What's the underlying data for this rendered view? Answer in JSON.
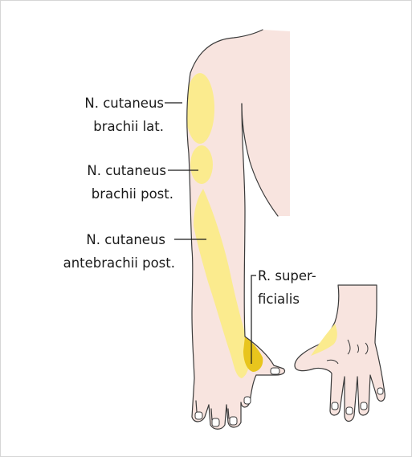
{
  "labels": {
    "cut_brachii_lat_1": "N. cutaneus",
    "cut_brachii_lat_2": "brachii lat.",
    "cut_brachii_post_1": "N. cutaneus",
    "cut_brachii_post_2": "brachii post.",
    "cut_antebrachii_post_1": "N. cutaneus",
    "cut_antebrachii_post_2": "antebrachii post.",
    "r_superficialis_1": "R. super-",
    "r_superficialis_2": "ficialis"
  },
  "colors": {
    "skin": "#f8e4df",
    "zone": "#fbeb8e",
    "zone_dark": "#e8c51d",
    "outline": "#3a3a3a"
  }
}
